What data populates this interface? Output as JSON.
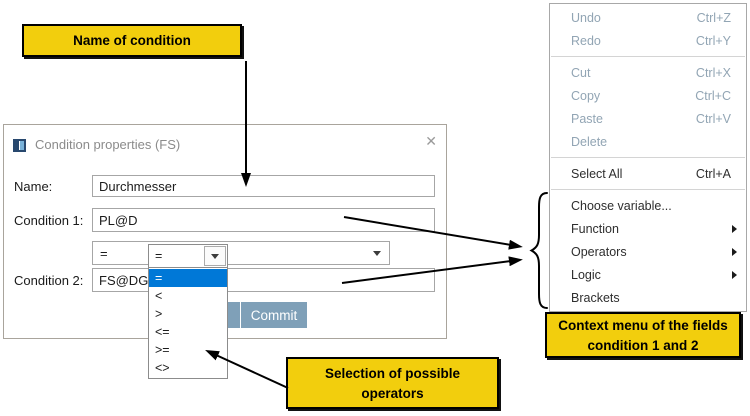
{
  "colors": {
    "accent_blue": "#0078d7",
    "callout_yellow": "#f2ce0d",
    "button_blue": "#7fa0b8",
    "disabled_text": "#92a5b4"
  },
  "callouts": {
    "name_of_condition": "Name of condition",
    "operators_line1": "Selection of possible",
    "operators_line2": "operators",
    "context_line1": "Context menu  of the fields",
    "context_line2": "condition 1 and 2"
  },
  "dialog": {
    "title": "Condition properties (FS)",
    "close_glyph": "✕",
    "name_label": "Name:",
    "name_value": "Durchmesser",
    "condition1_label": "Condition 1:",
    "condition1_value": "PL@D",
    "operator_value": "=",
    "condition2_label": "Condition 2:",
    "condition2_value": "FS@DG",
    "commit_label": "Commit"
  },
  "operator_dropdown": {
    "selected": "=",
    "options": [
      "=",
      "<",
      ">",
      "<=",
      ">=",
      "<>"
    ]
  },
  "context_menu": {
    "items": [
      {
        "label": "Undo",
        "shortcut": "Ctrl+Z"
      },
      {
        "label": "Redo",
        "shortcut": "Ctrl+Y"
      },
      {
        "label": "Cut",
        "shortcut": "Ctrl+X"
      },
      {
        "label": "Copy",
        "shortcut": "Ctrl+C"
      },
      {
        "label": "Paste",
        "shortcut": "Ctrl+V"
      },
      {
        "label": "Delete",
        "shortcut": ""
      },
      {
        "label": "Select All",
        "shortcut": "Ctrl+A"
      },
      {
        "label": "Choose variable...",
        "shortcut": ""
      },
      {
        "label": "Function",
        "shortcut": ""
      },
      {
        "label": "Operators",
        "shortcut": ""
      },
      {
        "label": "Logic",
        "shortcut": ""
      },
      {
        "label": "Brackets",
        "shortcut": ""
      }
    ]
  }
}
